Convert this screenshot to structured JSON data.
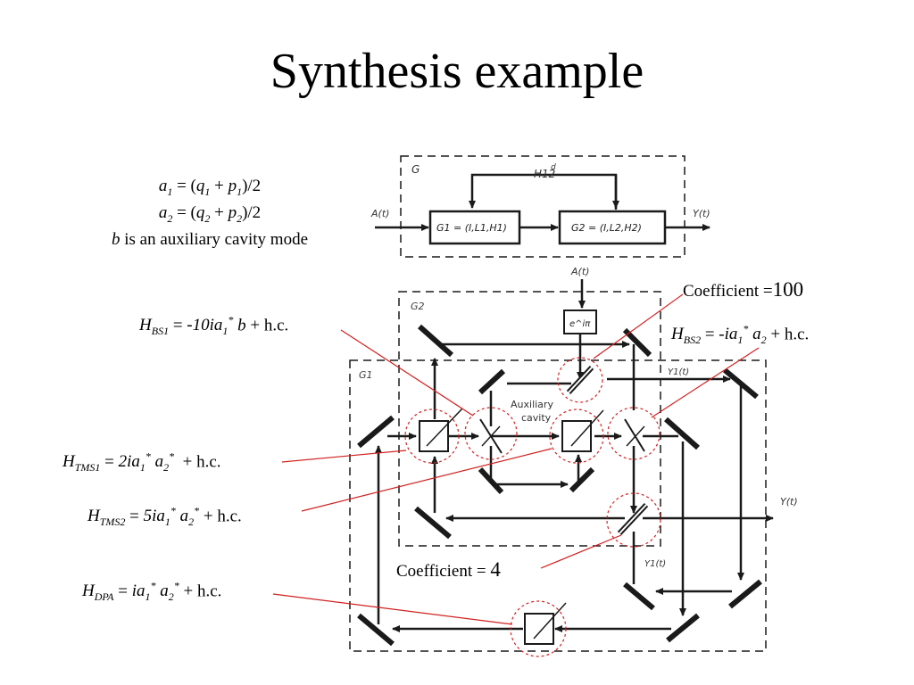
{
  "slide": {
    "title": "Synthesis example",
    "defs": {
      "line1": "a1 = (q1 + p1)/2",
      "line2": "a2 = (q2 + p2)/2",
      "line3": "b is an auxiliary cavity mode"
    },
    "annotations": {
      "hbs1": "HBS1 = -10ia1* b + h.c.",
      "htms1": "HTMS1 = 2ia1* a2* + h.c.",
      "htms2": "HTMS2 = 5ia1* a2* + h.c.",
      "hdpa": "HDPA = ia1* a2* + h.c.",
      "hbs2": "HBS2 = -ia1* a2 + h.c.",
      "coef_top_prefix": "Coefficient =",
      "coef_top_value": "100",
      "coef_bottom_prefix": "Coefficient =",
      "coef_bottom_value": "4"
    }
  },
  "block_diagram": {
    "frame_label": "G",
    "interaction_label": "H12",
    "interaction_superscript": "d",
    "input": "A(t)",
    "output": "Y(t)",
    "block1": "G1 = (I,L1,H1)",
    "block2": "G2 = (I,L2,H2)"
  },
  "optical_circuit": {
    "g2_label": "G2",
    "g1_label": "G1",
    "input_top": "A(t)",
    "phase_label": "e^iπ",
    "y1_top": "Y1(t)",
    "y1_bottom": "Y1(t)",
    "output": "Y(t)",
    "aux_line1": "Auxiliary",
    "aux_line2": "cavity"
  },
  "colors": {
    "annotation_line": "#d22020",
    "highlight_circle": "#d22020",
    "diagram": "#1a1a1a"
  }
}
